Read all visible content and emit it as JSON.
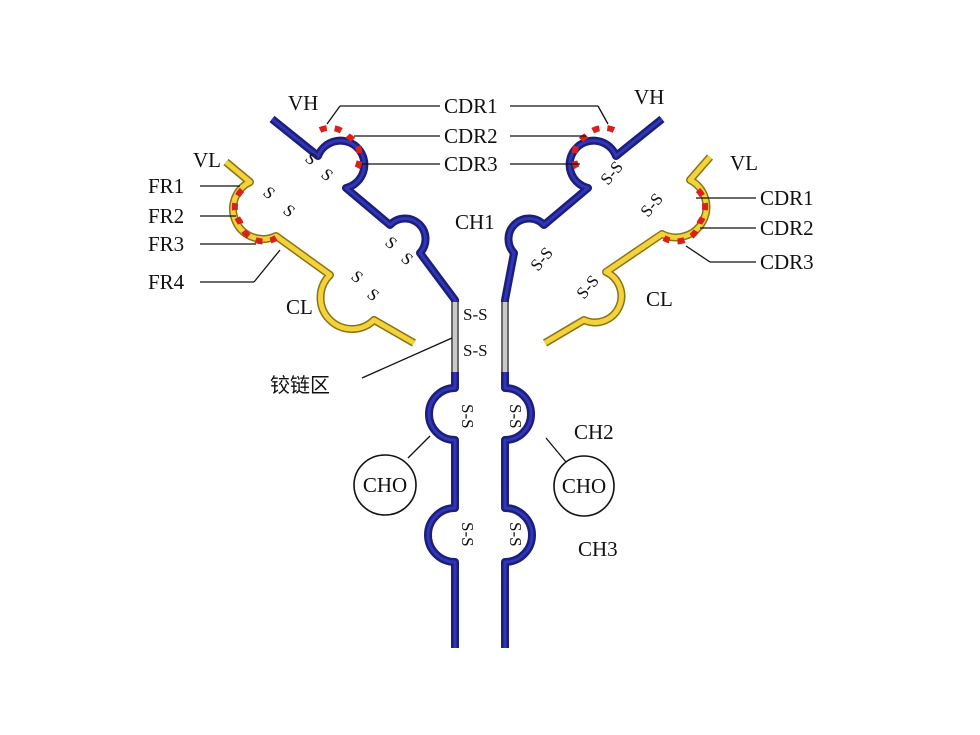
{
  "labels": {
    "vh_left": "VH",
    "vh_right": "VH",
    "vl_left": "VL",
    "vl_right": "VL",
    "cdr1": "CDR1",
    "cdr2": "CDR2",
    "cdr3": "CDR3",
    "cdr1_right": "CDR1",
    "cdr2_right": "CDR2",
    "cdr3_right": "CDR3",
    "fr1": "FR1",
    "fr2": "FR2",
    "fr3": "FR3",
    "fr4": "FR4",
    "ch1": "CH1",
    "ch2": "CH2",
    "ch3": "CH3",
    "cl_left": "CL",
    "cl_right": "CL",
    "hinge": "铰链区",
    "cho_left": "CHO",
    "cho_right": "CHO"
  },
  "bond": {
    "ss": "S-S",
    "s": "S"
  },
  "colors": {
    "heavy_chain": "#1c1e7a",
    "light_chain": "#f3d23c",
    "cdr": "#d8211c",
    "hinge": "#c9c9c9"
  }
}
